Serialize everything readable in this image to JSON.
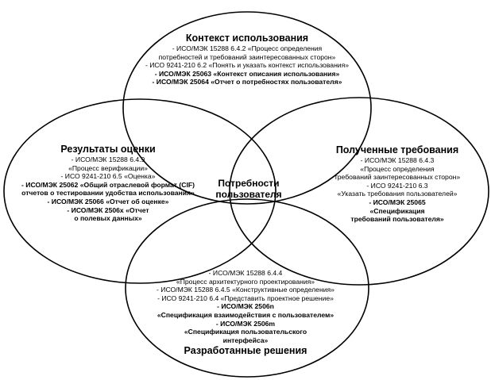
{
  "center": [
    "Потребности",
    "пользователя"
  ],
  "sections": {
    "top": {
      "title": "Контекст использования",
      "lines": [
        {
          "text": "- ИСО/МЭК 15288 6.4.2 «Процесс определения",
          "bold": false
        },
        {
          "text": "потребностей и требований заинтересованных сторон»",
          "bold": false
        },
        {
          "text": "- ИСО 9241-210 6.2 «Понять и указать контекст использования»",
          "bold": false
        },
        {
          "text": "- ИСО/МЭК 25063 «Контекст описания использования»",
          "bold": true
        },
        {
          "text": "- ИСО/МЭК 25064 «Отчет о потребностях пользователя»",
          "bold": true
        }
      ]
    },
    "left": {
      "title": "Результаты оценки",
      "lines": [
        {
          "text": "- ИСО/МЭК 15288 6.4.9",
          "bold": false
        },
        {
          "text": "«Процесс верификации»",
          "bold": false
        },
        {
          "text": "- ИСО 9241-210 6.5 «Оценка»",
          "bold": false
        },
        {
          "text": "- ИСО/МЭК 25062 «Общий отраслевой формат (CIF)",
          "bold": true
        },
        {
          "text": "отчетов о тестировании удобства использования»",
          "bold": true
        },
        {
          "text": "- ИСО/МЭК 25066 «Отчет об оценке»",
          "bold": true
        },
        {
          "text": "- ИСО/МЭК 2506x «Отчет",
          "bold": true
        },
        {
          "text": "о полевых данных»",
          "bold": true
        }
      ]
    },
    "right": {
      "title": "Полученные требования",
      "lines": [
        {
          "text": "- ИСО/МЭК 15288 6.4.3",
          "bold": false
        },
        {
          "text": "«Процесс определения",
          "bold": false
        },
        {
          "text": "требований заинтересованных сторон»",
          "bold": false
        },
        {
          "text": "- ИСО 9241-210 6.3",
          "bold": false
        },
        {
          "text": "«Указать требования пользователей»",
          "bold": false
        },
        {
          "text": "- ИСО/МЭК 25065",
          "bold": true
        },
        {
          "text": "«Спецификация",
          "bold": true
        },
        {
          "text": "требований пользователя»",
          "bold": true
        }
      ]
    },
    "bottom": {
      "title": "Разработанные решения",
      "lines": [
        {
          "text": "- ИСО/МЭК 15288 6.4.4",
          "bold": false
        },
        {
          "text": "«Процесс архитектурного проектирования»",
          "bold": false
        },
        {
          "text": "- ИСО/МЭК 15288 6.4.5 «Конструктивные определения»",
          "bold": false
        },
        {
          "text": "- ИСО 9241-210 6.4 «Представить проектное решение»",
          "bold": false
        },
        {
          "text": "- ИСО/МЭК 2506n",
          "bold": true
        },
        {
          "text": "«Спецификация взаимодействия с пользователем»",
          "bold": true
        },
        {
          "text": "- ИСО/МЭК 2506m",
          "bold": true
        },
        {
          "text": "«Спецификация пользовательского",
          "bold": true
        },
        {
          "text": "интерфейса»",
          "bold": true
        }
      ]
    }
  }
}
